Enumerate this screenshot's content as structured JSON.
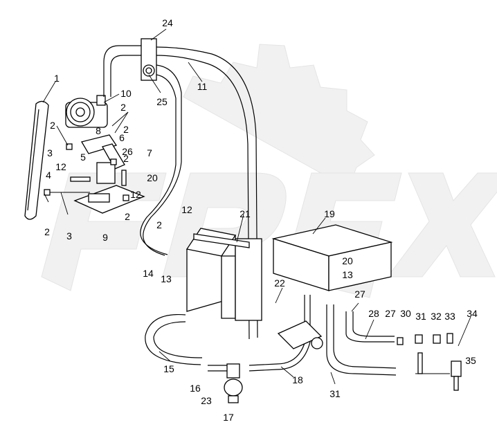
{
  "callouts": [
    {
      "id": "c1",
      "text": "1"
    },
    {
      "id": "c2a",
      "text": "2"
    },
    {
      "id": "c2b",
      "text": "2"
    },
    {
      "id": "c2c",
      "text": "2"
    },
    {
      "id": "c2d",
      "text": "2"
    },
    {
      "id": "c2e",
      "text": "2"
    },
    {
      "id": "c2f",
      "text": "2"
    },
    {
      "id": "c2g",
      "text": "2"
    },
    {
      "id": "c3a",
      "text": "3"
    },
    {
      "id": "c3b",
      "text": "3"
    },
    {
      "id": "c4",
      "text": "4"
    },
    {
      "id": "c5",
      "text": "5"
    },
    {
      "id": "c6",
      "text": "6"
    },
    {
      "id": "c7",
      "text": "7"
    },
    {
      "id": "c8",
      "text": "8"
    },
    {
      "id": "c9",
      "text": "9"
    },
    {
      "id": "c10",
      "text": "10"
    },
    {
      "id": "c11",
      "text": "11"
    },
    {
      "id": "c12a",
      "text": "12"
    },
    {
      "id": "c12b",
      "text": "12"
    },
    {
      "id": "c12c",
      "text": "12"
    },
    {
      "id": "c13a",
      "text": "13"
    },
    {
      "id": "c13b",
      "text": "13"
    },
    {
      "id": "c14",
      "text": "14"
    },
    {
      "id": "c15",
      "text": "15"
    },
    {
      "id": "c16",
      "text": "16"
    },
    {
      "id": "c17",
      "text": "17"
    },
    {
      "id": "c18",
      "text": "18"
    },
    {
      "id": "c19",
      "text": "19"
    },
    {
      "id": "c20a",
      "text": "20"
    },
    {
      "id": "c20b",
      "text": "20"
    },
    {
      "id": "c21",
      "text": "21"
    },
    {
      "id": "c22",
      "text": "22"
    },
    {
      "id": "c23",
      "text": "23"
    },
    {
      "id": "c24",
      "text": "24"
    },
    {
      "id": "c25",
      "text": "25"
    },
    {
      "id": "c26",
      "text": "26"
    },
    {
      "id": "c27a",
      "text": "27"
    },
    {
      "id": "c27b",
      "text": "27"
    },
    {
      "id": "c28",
      "text": "28"
    },
    {
      "id": "c30",
      "text": "30"
    },
    {
      "id": "c31a",
      "text": "31"
    },
    {
      "id": "c31b",
      "text": "31"
    },
    {
      "id": "c32",
      "text": "32"
    },
    {
      "id": "c33",
      "text": "33"
    },
    {
      "id": "c34",
      "text": "34"
    },
    {
      "id": "c35",
      "text": "35"
    }
  ]
}
